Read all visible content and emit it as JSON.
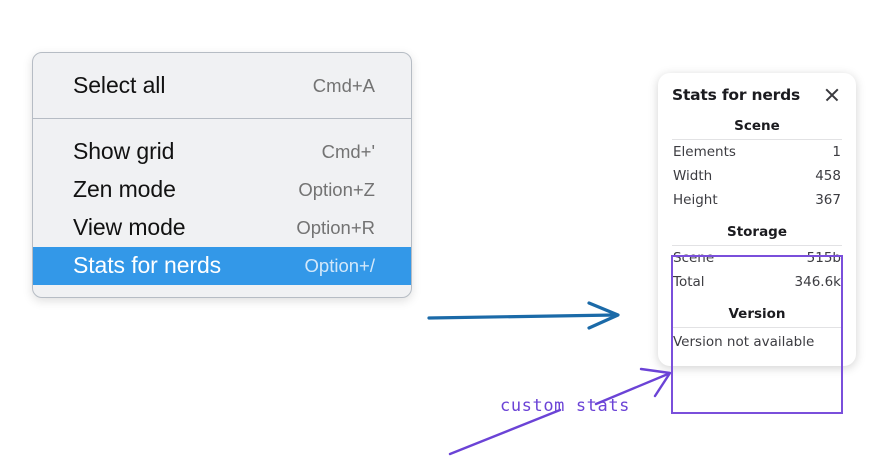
{
  "context_menu": {
    "name": "context-menu",
    "groups": [
      {
        "items": [
          {
            "label": "Select all",
            "shortcut": "Cmd+A",
            "selected": false,
            "name": "menu-item-select-all"
          }
        ]
      },
      {
        "items": [
          {
            "label": "Show grid",
            "shortcut": "Cmd+'",
            "selected": false,
            "name": "menu-item-show-grid"
          },
          {
            "label": "Zen mode",
            "shortcut": "Option+Z",
            "selected": false,
            "name": "menu-item-zen-mode"
          },
          {
            "label": "View mode",
            "shortcut": "Option+R",
            "selected": false,
            "name": "menu-item-view-mode"
          },
          {
            "label": "Stats for nerds",
            "shortcut": "Option+/",
            "selected": true,
            "name": "menu-item-stats-for-nerds"
          }
        ]
      }
    ]
  },
  "stats_panel": {
    "title": "Stats for nerds",
    "close_icon": "close-icon",
    "sections": [
      {
        "heading": "Scene",
        "rows": [
          {
            "key": "Elements",
            "value": "1"
          },
          {
            "key": "Width",
            "value": "458"
          },
          {
            "key": "Height",
            "value": "367"
          }
        ]
      },
      {
        "heading": "Storage",
        "rows": [
          {
            "key": "Scene",
            "value": "515b"
          },
          {
            "key": "Total",
            "value": "346.6k"
          }
        ]
      },
      {
        "heading": "Version",
        "full_row": "Version not available"
      }
    ]
  },
  "annotations": {
    "custom_stats_label": "custom stats",
    "blue_arrow": "arrow-right-icon",
    "purple_arrow": "arrow-up-right-icon"
  },
  "colors": {
    "menu_background": "#f0f1f3",
    "menu_border": "#b6bcc4",
    "selection_blue": "#3398e8",
    "selection_text": "#ffffff",
    "shortcut_gray": "#737373",
    "panel_background": "#ffffff",
    "highlight_purple": "#7a4fdb",
    "annotation_purple": "#6b43d6",
    "blue_arrow": "#1b6aa8",
    "page_background": "#ffffff"
  }
}
